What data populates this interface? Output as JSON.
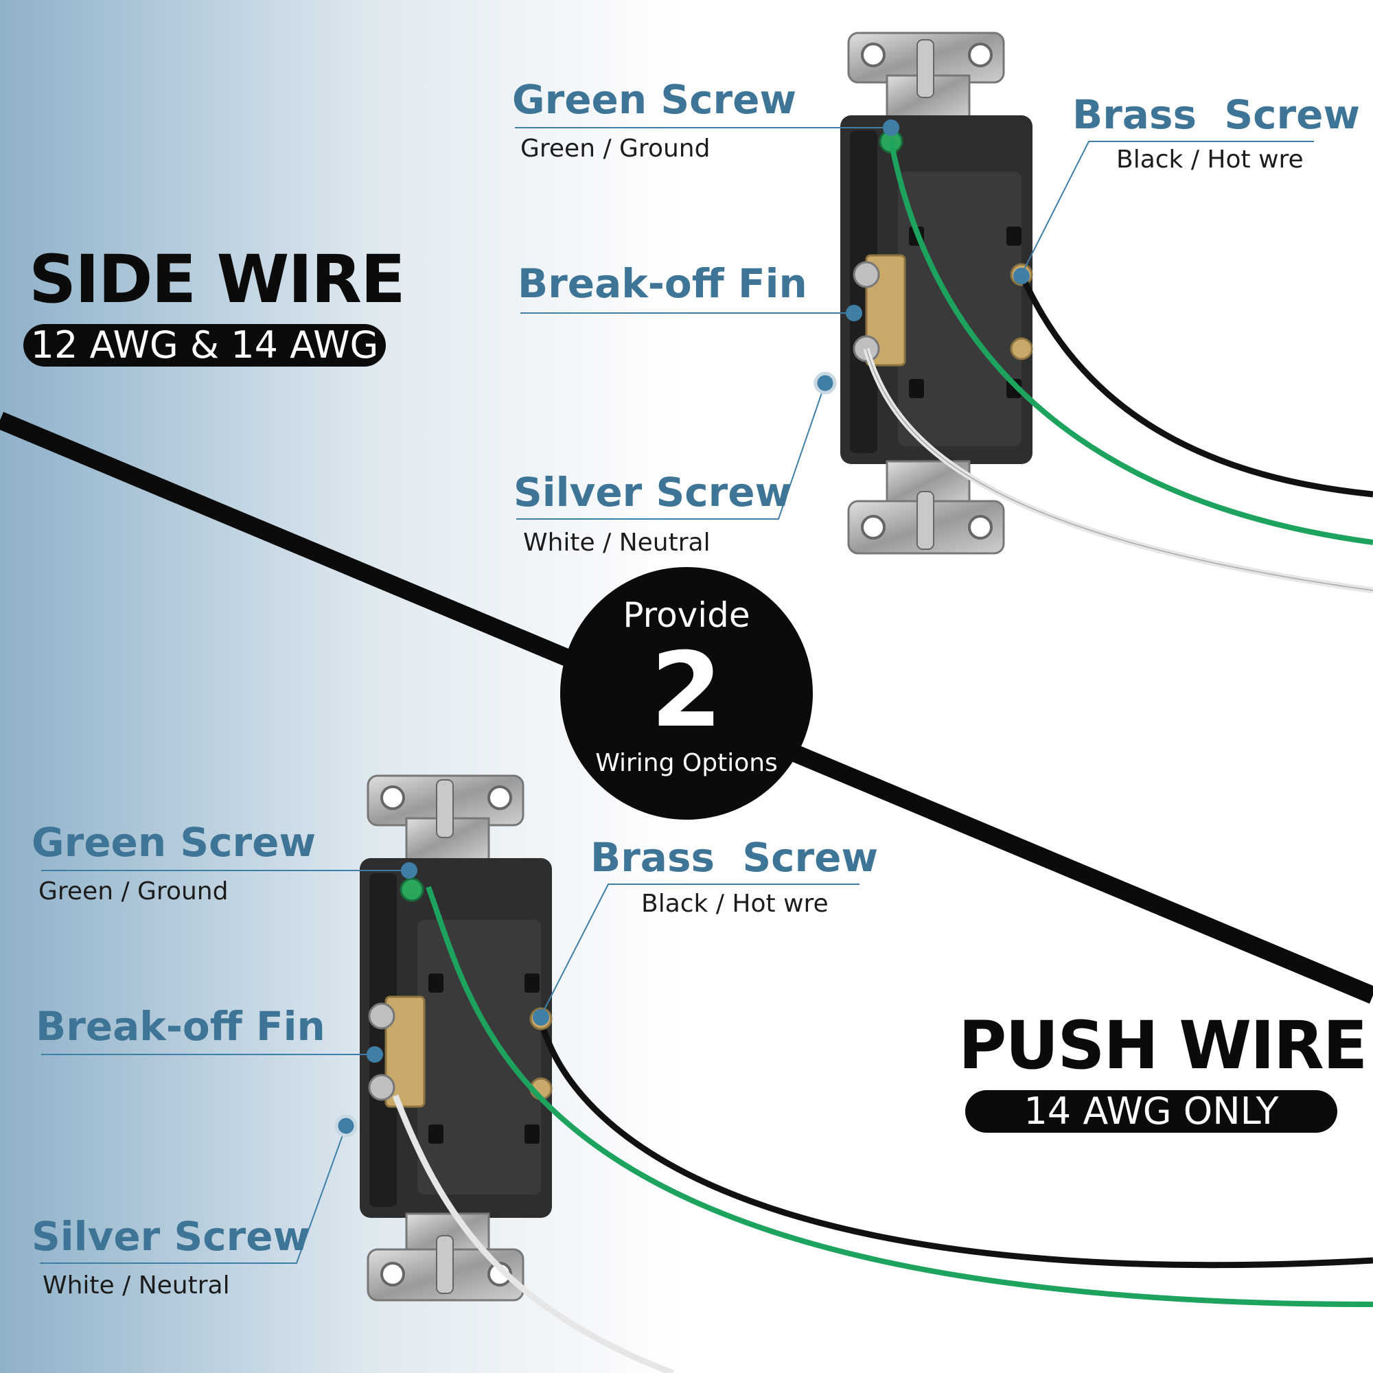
{
  "side_wire": {
    "title": "SIDE WIRE",
    "gauge": "12 AWG & 14 AWG"
  },
  "push_wire": {
    "title": "PUSH WIRE",
    "gauge": "14 AWG ONLY"
  },
  "badge": {
    "top": "Provide",
    "number": "2",
    "bottom": "Wiring Options"
  },
  "top_callouts": {
    "green_screw": {
      "label": "Green Screw",
      "desc": "Green / Ground"
    },
    "brass_screw": {
      "label": "Brass  Screw",
      "desc": "Black / Hot wre"
    },
    "break_off_fin": {
      "label": "Break-off Fin"
    },
    "silver_screw": {
      "label": "Silver Screw",
      "desc": "White / Neutral"
    }
  },
  "bottom_callouts": {
    "green_screw": {
      "label": "Green Screw",
      "desc": "Green / Ground"
    },
    "brass_screw": {
      "label": "Brass  Screw",
      "desc": "Black / Hot wre"
    },
    "break_off_fin": {
      "label": "Break-off Fin"
    },
    "silver_screw": {
      "label": "Silver Screw",
      "desc": "White / Neutral"
    }
  },
  "colors": {
    "label_blue": "#3e7597",
    "dot_blue": "#3f7fa6",
    "ground_wire": "#1ea35f",
    "hot_wire": "#111111",
    "neutral_wire": "#e6e6e6",
    "background_gradient": [
      "#8fb1c9",
      "#ffffff"
    ]
  }
}
